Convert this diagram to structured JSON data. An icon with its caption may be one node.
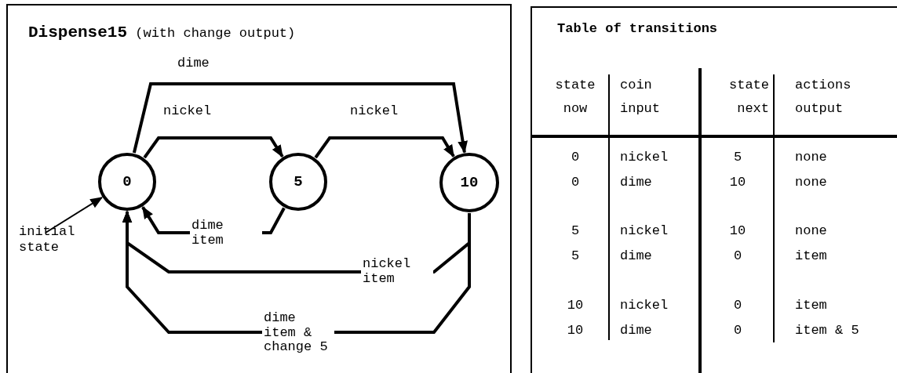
{
  "diagram": {
    "title": "**Dispense15** (with change output)",
    "nodes": [
      {
        "text": [
          "0"
        ]
      },
      {
        "text": [
          "5"
        ]
      },
      {
        "text": [
          "10"
        ]
      },
      {
        "text": [
          "initial state"
        ]
      }
    ],
    "edges": [
      {
        "from": 0,
        "to": 2,
        "arrow": "to",
        "label": "dime"
      },
      {
        "from": 0,
        "to": 1,
        "arrow": "to",
        "label": "nickel"
      },
      {
        "from": 1,
        "to": 2,
        "arrow": "to",
        "label": "nickel"
      },
      {
        "from": 1,
        "to": 0,
        "arrow": "to",
        "label": "dime item"
      },
      {
        "from": 2,
        "to": 0,
        "arrow": "to",
        "label": "nickel item"
      },
      {
        "from": 2,
        "to": 0,
        "arrow": "to",
        "label": "dime item & change 5"
      },
      {
        "from": 3,
        "to": 0,
        "arrow": "to"
      }
    ],
    "labels": [
      "Table of transitions",
      "state now",
      "coin input",
      "state next",
      "actions output",
      "0",
      "nickel",
      "5",
      "none",
      "0",
      "dime",
      "10",
      "none",
      "5",
      "nickel",
      "10",
      "none",
      "5",
      "dime",
      "0",
      "item",
      "10",
      "nickel",
      "0",
      "item",
      "10",
      "dime",
      "0",
      "item & 5"
    ]
  }
}
